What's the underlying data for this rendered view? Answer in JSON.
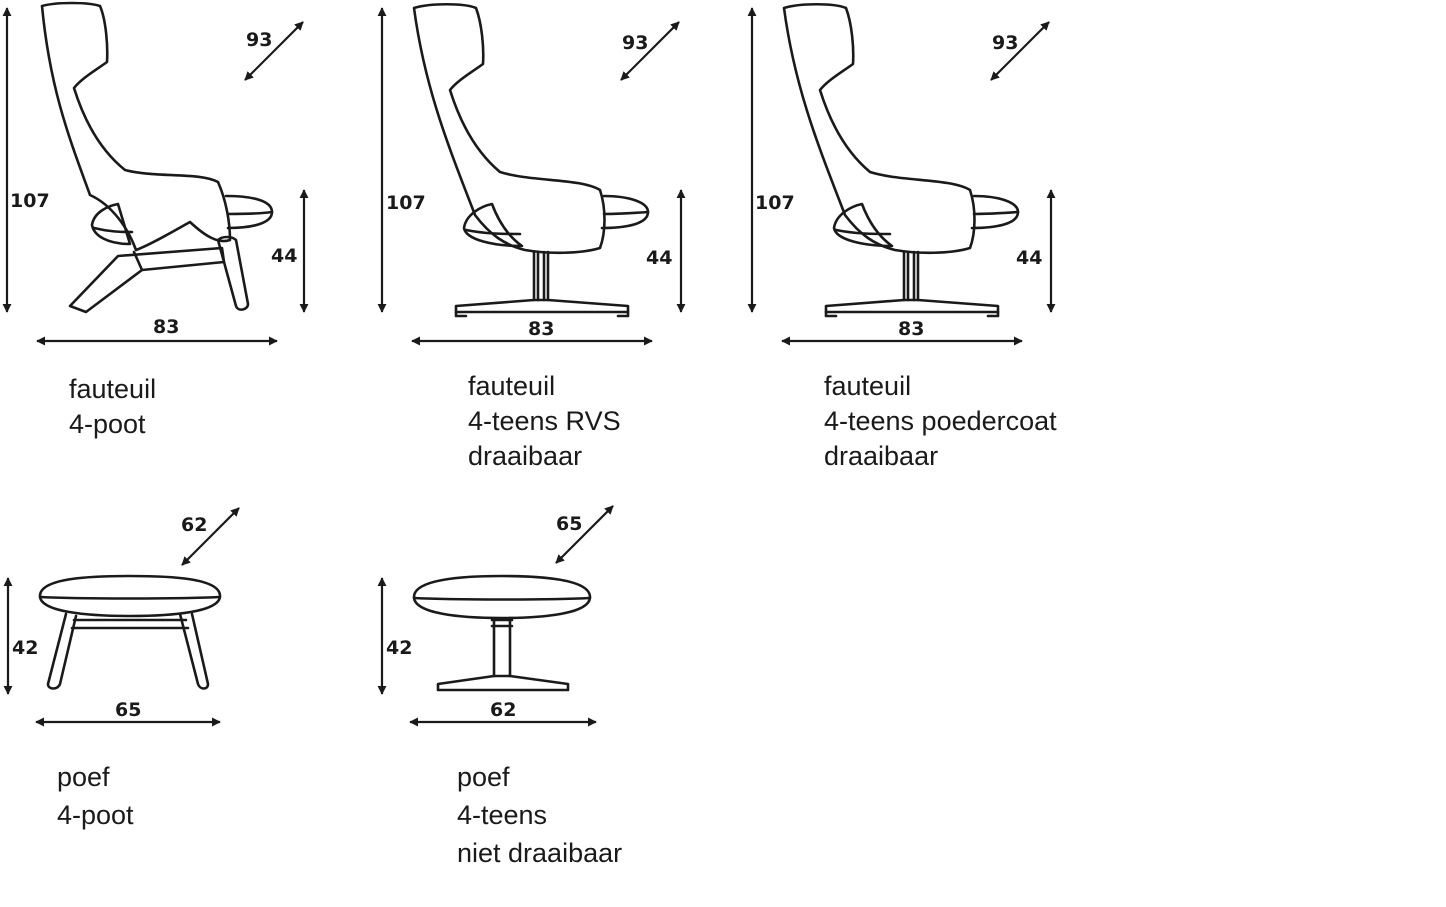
{
  "products": [
    {
      "dims": {
        "height": "107",
        "depth": "93",
        "seat_height": "44",
        "width": "83"
      },
      "caption": [
        "fauteuil",
        "4-poot"
      ]
    },
    {
      "dims": {
        "height": "107",
        "depth": "93",
        "seat_height": "44",
        "width": "83"
      },
      "caption": [
        "fauteuil",
        "4-teens RVS",
        "draaibaar"
      ]
    },
    {
      "dims": {
        "height": "107",
        "depth": "93",
        "seat_height": "44",
        "width": "83"
      },
      "caption": [
        "fauteuil",
        "4-teens poedercoat",
        "draaibaar"
      ]
    },
    {
      "dims": {
        "depth": "62",
        "height": "42",
        "width": "65"
      },
      "caption": [
        "poef",
        "4-poot"
      ]
    },
    {
      "dims": {
        "depth": "65",
        "height": "42",
        "width": "62"
      },
      "caption": [
        "poef",
        "4-teens",
        "niet draaibaar"
      ]
    }
  ],
  "colors": {
    "line": "#1a1a1a",
    "background": "#ffffff"
  }
}
